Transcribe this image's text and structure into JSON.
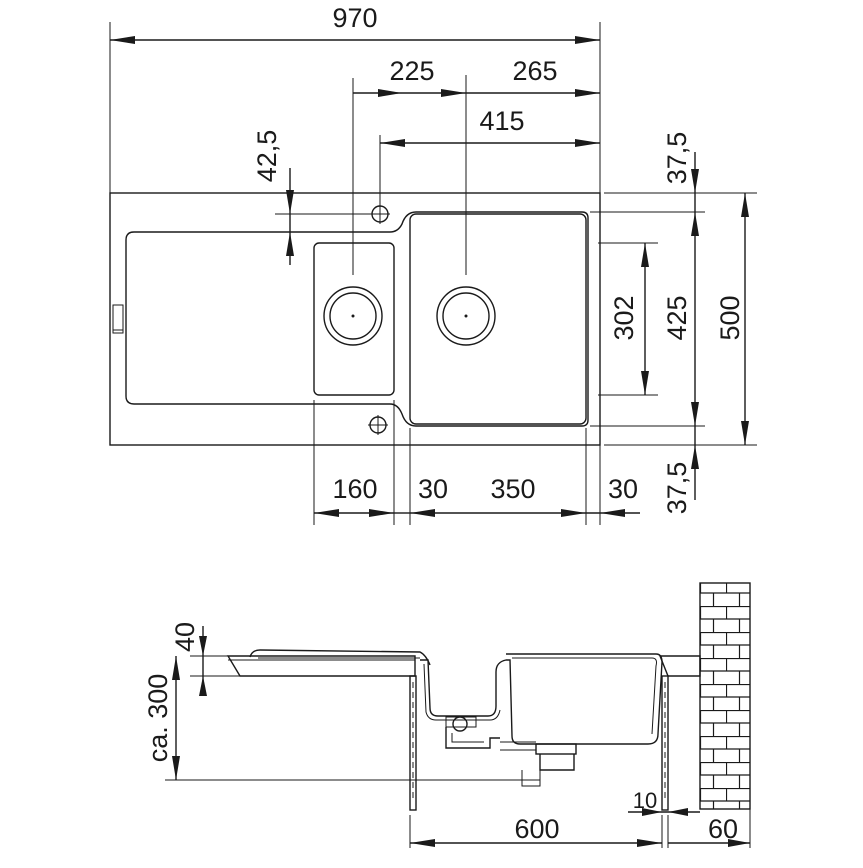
{
  "drawing": {
    "top_view": {
      "overall_width": "970",
      "small_bowl_offset": "225",
      "large_bowl_offset": "265",
      "tap_hole_offset": "415",
      "tap_hole_edge": "42,5",
      "top_margin": "37,5",
      "bottom_margin": "37,5",
      "bowl_depth": "302",
      "inner_depth": "425",
      "overall_depth": "500",
      "small_bowl_width": "160",
      "gap_left": "30",
      "large_bowl_width": "350",
      "gap_right": "30"
    },
    "side_view": {
      "rim_height": "40",
      "installation_depth": "ca. 300",
      "cabinet_width": "600",
      "panel_thickness": "10",
      "wall_offset": "60"
    }
  }
}
